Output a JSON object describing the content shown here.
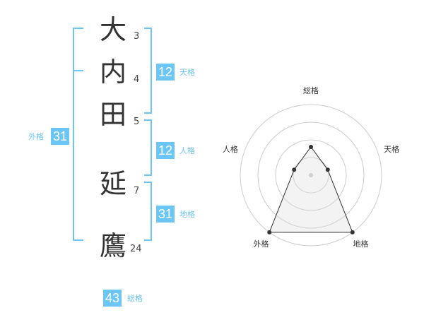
{
  "name": {
    "chars": [
      "大",
      "内",
      "田",
      "延",
      "鷹"
    ],
    "strokes": [
      "3",
      "4",
      "5",
      "7",
      "24"
    ]
  },
  "scores": {
    "tenkaku": {
      "value": "12",
      "label": "天格"
    },
    "jinkaku": {
      "value": "12",
      "label": "人格"
    },
    "chikaku": {
      "value": "31",
      "label": "地格"
    },
    "gaikaku": {
      "value": "31",
      "label": "外格"
    },
    "soukaku": {
      "value": "43",
      "label": "総格"
    }
  },
  "colors": {
    "accent": "#6cc6f5",
    "text": "#333333",
    "grid": "#cccccc"
  },
  "chart_data": {
    "type": "radar",
    "axes": [
      "総格",
      "天格",
      "地格",
      "外格",
      "人格"
    ],
    "values": [
      0.4,
      0.25,
      1.0,
      1.0,
      0.25
    ],
    "range": [
      0,
      1
    ],
    "rings": 4
  }
}
